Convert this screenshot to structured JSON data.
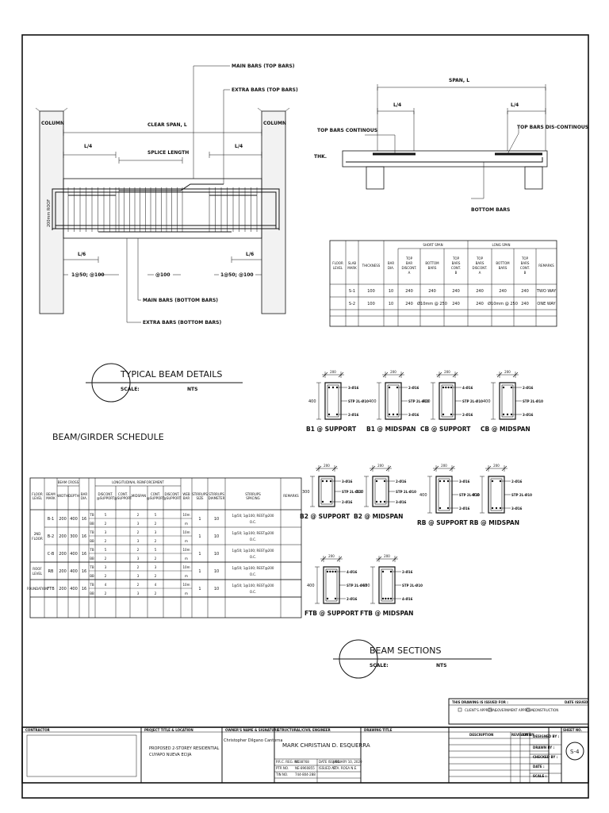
{
  "typical_beam": {
    "main_bars_top": "MAIN BARS (TOP BARS)",
    "extra_bars_top": "EXTRA BARS (TOP BARS)",
    "column": "COLUMN",
    "clear_span": "CLEAR SPAN, L",
    "splice_length": "SPLICE LENGTH",
    "l4": "L/4",
    "l6": "L/6",
    "beam_depth": "200mm ROOF",
    "spacing_end": "1@50; @100",
    "spacing_mid": "@100",
    "main_bars_bottom": "MAIN BARS (BOTTOM BARS)",
    "extra_bars_bottom": "EXTRA BARS (BOTTOM BARS)"
  },
  "slab": {
    "span": "SPAN, L",
    "l4": "L/4",
    "top_cont": "TOP BARS CONTINOUS",
    "top_discont": "TOP BARS DIS-CONTINOUS",
    "thk": "THK.",
    "bottom": "BOTTOM BARS"
  },
  "slab_table": {
    "short_span": "SHORT SPAN",
    "long_span": "LONG SPAN",
    "headers": [
      "FLOOR LEVEL",
      "SLAB MARK",
      "THICKNESS",
      "BAR DIA.",
      "TOP BAR DISCONT. A",
      "BOTTOM BARS",
      "TOP BARS CONT. B",
      "TOP BARS DISCONT. A",
      "BOTTOM BARS",
      "TOP BARS CONT. B",
      "REMARKS"
    ],
    "rows": [
      [
        "",
        "S-1",
        "100",
        "10",
        "240",
        "240",
        "240",
        "240",
        "240",
        "240",
        "TWO WAY"
      ],
      [
        "",
        "S-2",
        "100",
        "10",
        "240",
        "Ø10mm @ 250",
        "240",
        "240",
        "Ø10mm @ 250",
        "240",
        "ONE WAY"
      ]
    ]
  },
  "details_title": {
    "title": "TYPICAL BEAM DETAILS",
    "scale_label": "SCALE:",
    "scale_value": "NTS"
  },
  "schedule": {
    "title": "BEAM/GIRDER SCHEDULE",
    "beam_cross": "BEAM CROSS",
    "long_reinf": "LONGITUDINAL REINFORCEMENT",
    "headers": [
      "FLOOR LEVEL",
      "BEAM MARK",
      "WIDTH",
      "DEPTH",
      "BAR DIA.",
      "",
      "DISCONT. @SUPPORT",
      "CONT. @SUPPORT",
      "MIDSPAN",
      "CONT. @SUPPORT",
      "DISCONT. @SUPPORT",
      "WEB BAR",
      "STIRRUPS SIZE",
      "STIRRUPS DIAMETER",
      "STIRRUPS SPACING",
      "REMARKS"
    ],
    "groups": [
      {
        "level": "2ND FLOOR",
        "beams": [
          {
            "mark": "B-1",
            "w": "200",
            "d": "400",
            "dia": "16",
            "tb": [
              "TB",
              "5",
              "2",
              "5",
              "10m"
            ],
            "bb": [
              "BB",
              "2",
              "3",
              "2",
              "m"
            ],
            "st_size": "1",
            "st_dia": "10",
            "spacing": "1@50; 1@100; REST@200 O.C."
          },
          {
            "mark": "B-2",
            "w": "200",
            "d": "300",
            "dia": "16",
            "tb": [
              "TB",
              "3",
              "2",
              "3",
              "10m"
            ],
            "bb": [
              "BB",
              "2",
              "3",
              "2",
              "m"
            ],
            "st_size": "1",
            "st_dia": "10",
            "spacing": "1@50; 1@100; REST@200 O.C."
          },
          {
            "mark": "C-B",
            "w": "200",
            "d": "400",
            "dia": "16",
            "tb": [
              "TB",
              "5",
              "2",
              "5",
              "10m"
            ],
            "bb": [
              "BB",
              "2",
              "3",
              "2",
              "m"
            ],
            "st_size": "1",
            "st_dia": "10",
            "spacing": "1@50; 1@100; REST@200 O.C."
          }
        ]
      },
      {
        "level": "ROOF LEVEL",
        "beams": [
          {
            "mark": "RB",
            "w": "200",
            "d": "400",
            "dia": "16",
            "tb": [
              "TB",
              "3",
              "2",
              "3",
              "10m"
            ],
            "bb": [
              "BB",
              "2",
              "3",
              "2",
              "m"
            ],
            "st_size": "1",
            "st_dia": "10",
            "spacing": "1@50; 1@100; REST@200 O.C."
          }
        ]
      },
      {
        "level": "FOUNDATION",
        "beams": [
          {
            "mark": "FTB",
            "w": "200",
            "d": "400",
            "dia": "16",
            "tb": [
              "TB",
              "4",
              "2",
              "4",
              "10m"
            ],
            "bb": [
              "BB",
              "2",
              "3",
              "2",
              "m"
            ],
            "st_size": "1",
            "st_dia": "10",
            "spacing": "1@50; 1@100; REST@200 O.C."
          }
        ]
      }
    ]
  },
  "sections": [
    {
      "label": "B1 @ SUPPORT",
      "depth": "400",
      "top": "3-Ø16",
      "stir": "STP 2L-Ø10",
      "bot": "2-Ø16"
    },
    {
      "label": "B1 @ MIDSPAN",
      "depth": "400",
      "top": "2-Ø16",
      "stir": "STP 2L-Ø10",
      "bot": "3-Ø16"
    },
    {
      "label": "CB @ SUPPORT",
      "depth": "400",
      "top": "4-Ø16",
      "stir": "STP 2L-Ø10",
      "bot": "2-Ø16"
    },
    {
      "label": "CB @ MIDSPAN",
      "depth": "400",
      "top": "2-Ø16",
      "stir": "STP 2L-Ø10",
      "bot": "3-Ø16"
    },
    {
      "label": "B2 @ SUPPORT",
      "depth": "300",
      "top": "3-Ø16",
      "stir": "STP 2L-Ø10",
      "bot": "2-Ø16"
    },
    {
      "label": "B2 @ MIDSPAN",
      "depth": "300",
      "top": "2-Ø16",
      "stir": "STP 2L-Ø10",
      "bot": "3-Ø16"
    },
    {
      "label": "RB @ SUPPORT",
      "depth": "400",
      "top": "3-Ø16",
      "stir": "STP 2L-Ø10",
      "bot": "2-Ø16"
    },
    {
      "label": "RB @ MIDSPAN",
      "depth": "400",
      "top": "2-Ø16",
      "stir": "STP 2L-Ø10",
      "bot": "3-Ø16"
    },
    {
      "label": "FTB @ SUPPORT",
      "depth": "400",
      "top": "4-Ø16",
      "stir": "STP 2L-Ø10",
      "bot": "2-Ø16"
    },
    {
      "label": "FTB @ MIDSPAN",
      "depth": "400",
      "top": "2-Ø16",
      "stir": "STP 2L-Ø10",
      "bot": "4-Ø16"
    }
  ],
  "sections_title": {
    "width_dim": "200",
    "title": "BEAM SECTIONS",
    "scale_label": "SCALE:",
    "scale_value": "NTS"
  },
  "title_block": {
    "issued_for": "THIS DRAWING IS ISSUED FOR :",
    "date_issued": "DATE ISSUED",
    "client_approval": "CLIENT'S APPROVAL",
    "gov_approval": "GOVERNMENT APPROVAL",
    "construction": "CONSTRUCTION",
    "contractor": "CONTRACTOR",
    "project_title": "PROJECT TITLE & LOCATION",
    "project_name": "PROPOSED 2-STOREY RESIDENTIAL",
    "location": "CUYAPO NUEVA ECIJA",
    "owner_label": "OWNER'S NAME & SIGNATURE",
    "owner_name": "Christopher Dilgano Cantorna",
    "engineer_label": "STRUCTURAL/CIVIL ENGINEER",
    "engineer_name": "MARK CHRISTIAN D. ESQUERRA",
    "prc_label": "P.R.C. REG. NO.",
    "prc_value": "0138768",
    "date_label": "DATE ISSUED:",
    "date_value": "JANUARY 10, 2020",
    "ptr_label": "PTR NO.",
    "ptr_value": "NE-8960855",
    "issued_at_label": "ISSUED AT:",
    "issued_at_value": "STA. ROSA N.E.",
    "tin_label": "TIN NO.",
    "tin_value": "744-804-288",
    "drawing_title_label": "DRAWING TITLE",
    "description": "DESCRIPTION",
    "rev": "REVISION BY",
    "date": "DATE",
    "designed": "DESIGNED BY :",
    "drawn": "DRAWN BY :",
    "checked": "CHECKED BY :",
    "date2": "DATE :",
    "scale": "SCALE :",
    "sheet_no": "SHEET NO.",
    "sheet_value": "S-4"
  }
}
